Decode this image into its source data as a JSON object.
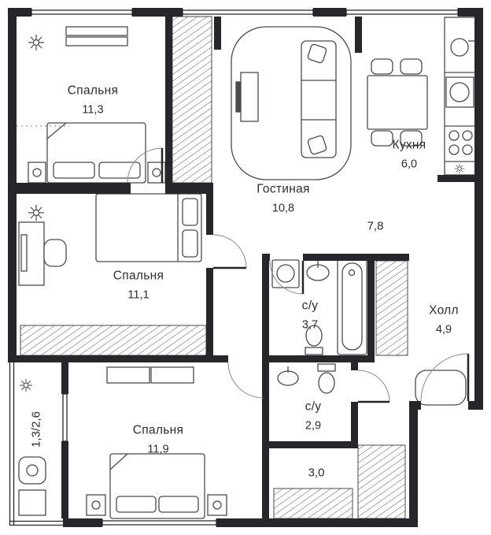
{
  "plan": {
    "bedroom1": {
      "name": "Спальня",
      "area": "11,3"
    },
    "bedroom2": {
      "name": "Спальня",
      "area": "11,1"
    },
    "bedroom3": {
      "name": "Спальня",
      "area": "11,9"
    },
    "living": {
      "name": "Гостиная",
      "area": "10,8"
    },
    "kitchen": {
      "name": "Кухня",
      "area": "6,0"
    },
    "hall": {
      "name": "Холл",
      "area": "4,9"
    },
    "bath_big": {
      "name": "с/у",
      "area": "3,7"
    },
    "bath_small": {
      "name": "с/у",
      "area": "2,9"
    },
    "corridor": {
      "area": "7,8"
    },
    "wardrobe": {
      "area": "3,0"
    },
    "balcony": {
      "area": "1,3/2,6"
    }
  },
  "colors": {
    "wall": "#27272b",
    "furniture": "#4b4b4f",
    "background": "#ffffff"
  }
}
